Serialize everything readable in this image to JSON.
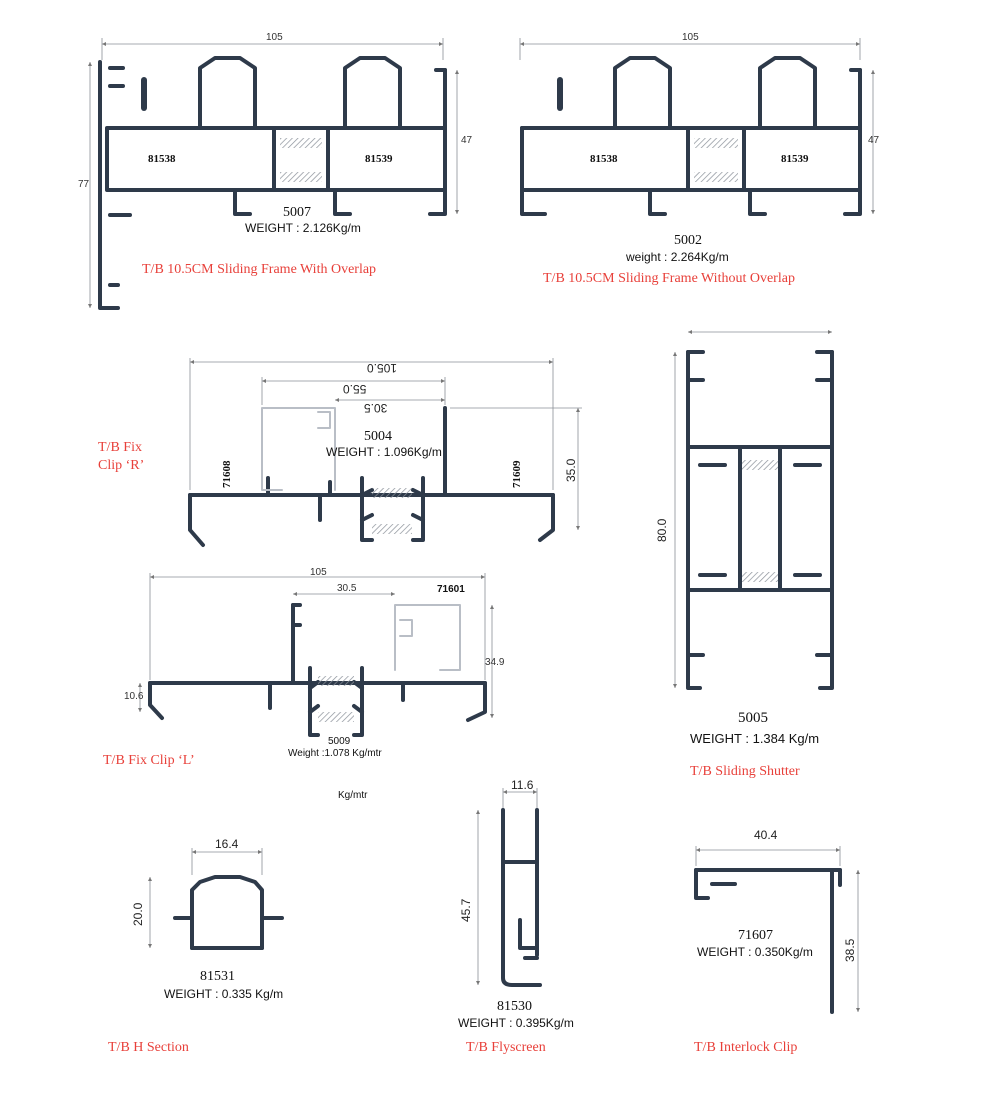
{
  "profiles": {
    "p5007": {
      "dim_width": "105",
      "dim_height_right": "47",
      "dim_height_left": "77",
      "part_left": "81538",
      "part_right": "81539",
      "code": "5007",
      "weight": "WEIGHT : 2.126Kg/m",
      "caption": "T/B 10.5CM Sliding Frame With Overlap"
    },
    "p5002": {
      "dim_width": "105",
      "dim_height_right": "47",
      "part_left": "81538",
      "part_right": "81539",
      "code": "5002",
      "weight": "weight : 2.264Kg/m",
      "caption": "T/B 10.5CM Sliding Frame Without Overlap"
    },
    "p5004": {
      "dim_total": "105.0",
      "dim_mid": "55.0",
      "dim_inner": "30.5",
      "dim_height": "35.0",
      "part_left": "71608",
      "part_right": "71609",
      "code": "5004",
      "weight": "WEIGHT : 1.096Kg/m",
      "caption_line1": "T/B Fix",
      "caption_line2": "Clip ‘R’"
    },
    "p5005": {
      "dim_height": "80.0",
      "code": "5005",
      "weight": "WEIGHT : 1.384 Kg/m",
      "caption": "T/B Sliding Shutter"
    },
    "p5009": {
      "dim_total": "105",
      "dim_inner": "30.5",
      "part": "71601",
      "dim_height": "34.9",
      "dim_small": "10.6",
      "code": "5009",
      "weight": "Weight :1.078 Kg/mtr",
      "caption": "T/B Fix Clip ‘L’",
      "unit_note": "Kg/mtr"
    },
    "p81531": {
      "dim_width": "16.4",
      "dim_height": "20.0",
      "code": "81531",
      "weight": "WEIGHT : 0.335 Kg/m",
      "caption": "T/B H Section"
    },
    "p81530": {
      "dim_width": "11.6",
      "dim_height": "45.7",
      "code": "81530",
      "weight": "WEIGHT : 0.395Kg/m",
      "caption": "T/B Flyscreen"
    },
    "p71607": {
      "dim_width": "40.4",
      "dim_height": "38.5",
      "code": "71607",
      "weight": "WEIGHT : 0.350Kg/m",
      "caption": "T/B Interlock Clip"
    }
  },
  "colors": {
    "profile": "#2e3a4a",
    "caption": "#e8403a",
    "dimension": "#8a8f96",
    "fill": "#ffffff"
  }
}
